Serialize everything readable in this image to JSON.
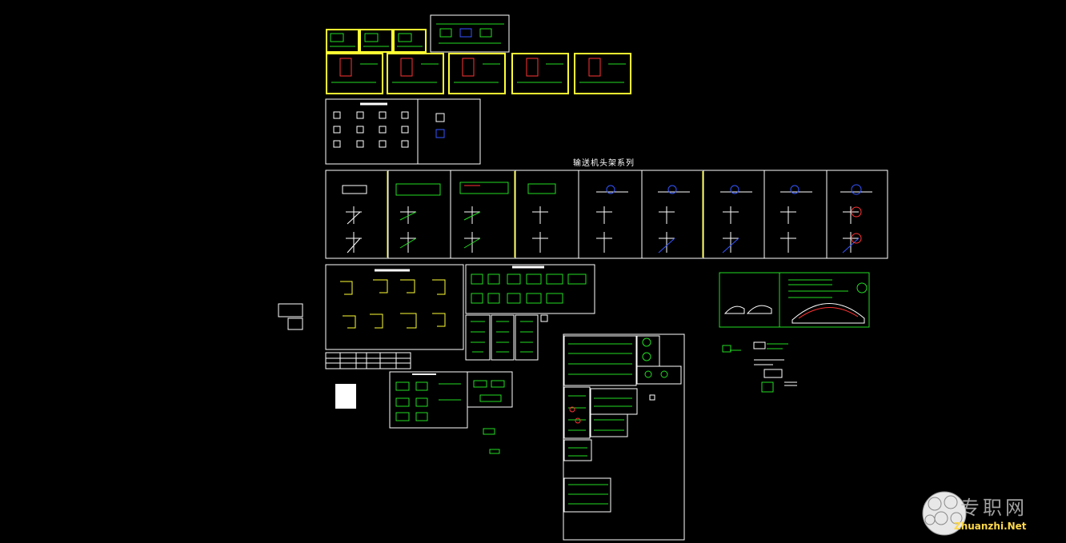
{
  "viewport": {
    "drawing_title": "输送机头架系列"
  },
  "watermark": {
    "chinese": "专职网",
    "domain": "Zhuanzhi.Net"
  },
  "colors": {
    "background": "#000000",
    "frame": "#ffffff",
    "highlight_frame": "#ffff33",
    "drawing_line": "#22dd22",
    "accent_red": "#ff3333",
    "accent_blue": "#3355ff",
    "accent_yellow": "#ffff33"
  }
}
